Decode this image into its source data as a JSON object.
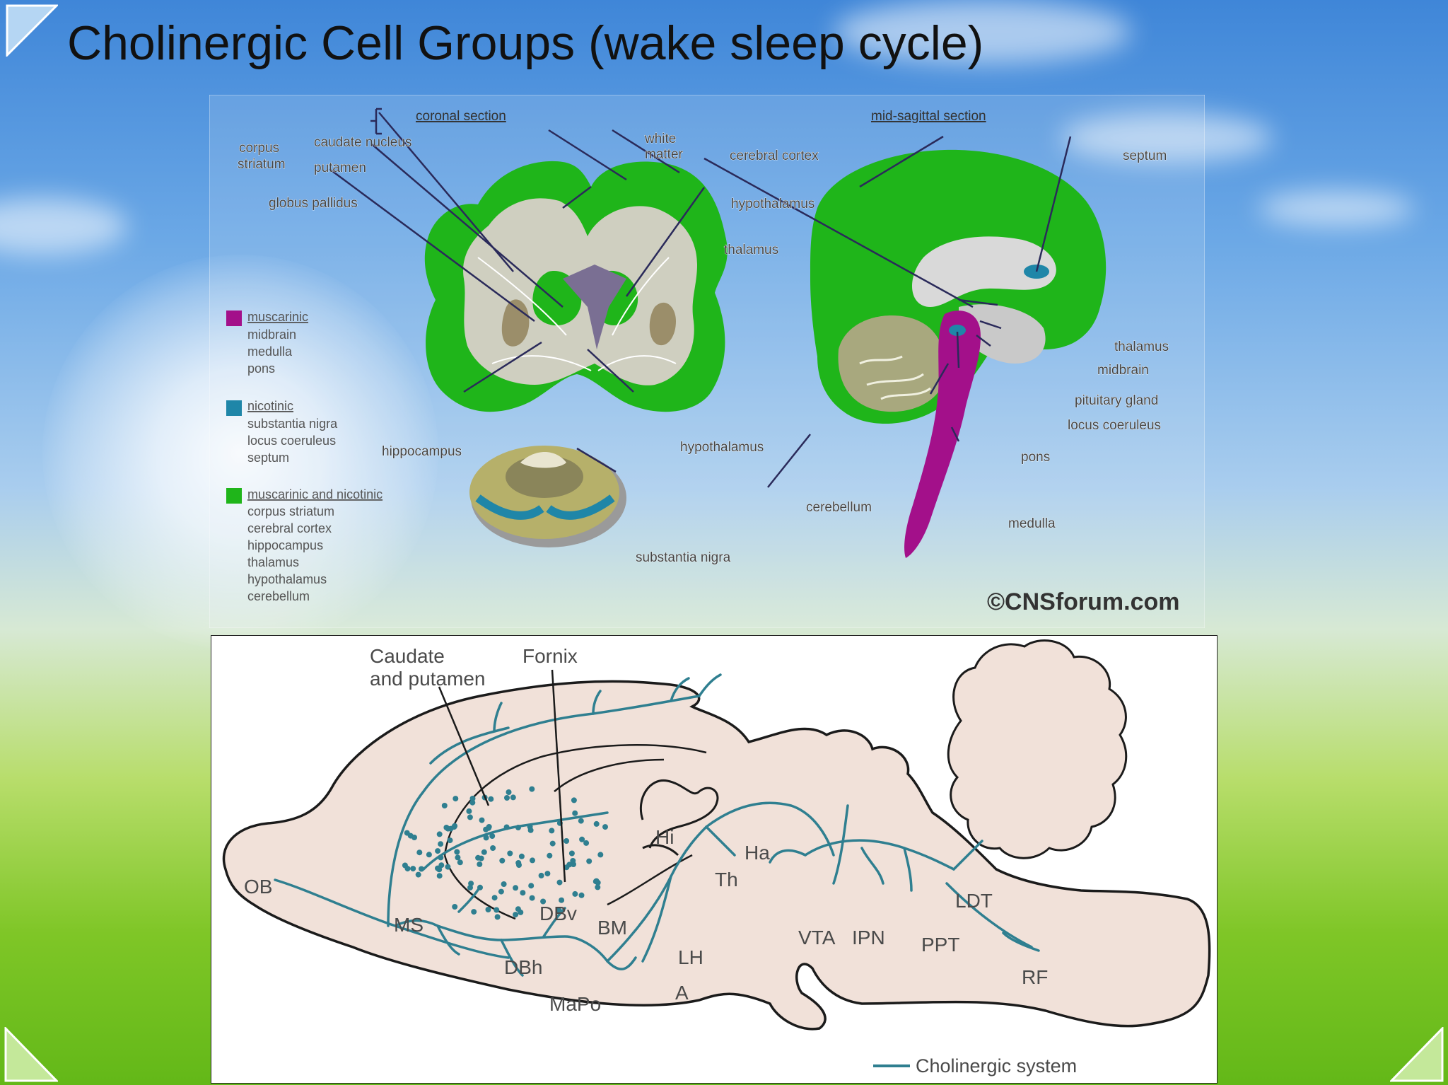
{
  "slide": {
    "title": "Cholinergic Cell Groups (wake sleep cycle)"
  },
  "colors": {
    "green": "#1fb51a",
    "magenta": "#a3108a",
    "teal": "#1f86a8",
    "pathway": "#2f7f90",
    "brain_fill": "#f1e1d9",
    "gray_matter": "#cfcfc0",
    "olive": "#b6b06a"
  },
  "top_figure": {
    "coronal_header": "coronal section",
    "sagittal_header": "mid-sagittal section",
    "labels": {
      "corpus": "corpus",
      "striatum": "striatum",
      "caudate_nucleus": "caudate nucleus",
      "putamen": "putamen",
      "globus_pallidus": "globus pallidus",
      "white": "white",
      "matter": "matter",
      "cerebral_cortex": "cerebral cortex",
      "thalamus_coronal": "thalamus",
      "hippocampus": "hippocampus",
      "hypothalamus_coronal": "hypothalamus",
      "substantia_nigra": "substantia nigra",
      "septum": "septum",
      "hypothalamus_sagittal": "hypothalamus",
      "thalamus_sagittal": "thalamus",
      "midbrain": "midbrain",
      "pituitary_gland": "pituitary gland",
      "locus_coeruleus": "locus coeruleus",
      "pons": "pons",
      "cerebellum": "cerebellum",
      "medulla": "medulla"
    },
    "legend": [
      {
        "header": "muscarinic",
        "color": "#a3108a",
        "items": [
          "midbrain",
          "medulla",
          "pons"
        ]
      },
      {
        "header": "nicotinic",
        "color": "#1f86a8",
        "items": [
          "substantia nigra",
          "locus coeruleus",
          "septum"
        ]
      },
      {
        "header": "muscarinic and nicotinic",
        "color": "#1fb51a",
        "items": [
          "corpus striatum",
          "cerebral cortex",
          "hippocampus",
          "thalamus",
          "hypothalamus",
          "cerebellum"
        ]
      }
    ],
    "copyright": "©CNSforum.com"
  },
  "bottom_figure": {
    "labels": {
      "caudate_line1": "Caudate",
      "caudate_line2": "and putamen",
      "fornix": "Fornix",
      "OB": "OB",
      "MS": "MS",
      "DBv": "DBv",
      "DBh": "DBh",
      "BM": "BM",
      "MaPo": "MaPo",
      "LH": "LH",
      "A": "A",
      "Th": "Th",
      "Hi": "Hi",
      "Ha": "Ha",
      "VTA": "VTA",
      "IPN": "IPN",
      "PPT": "PPT",
      "LDT": "LDT",
      "RF": "RF"
    },
    "legend_label": "Cholinergic system"
  }
}
